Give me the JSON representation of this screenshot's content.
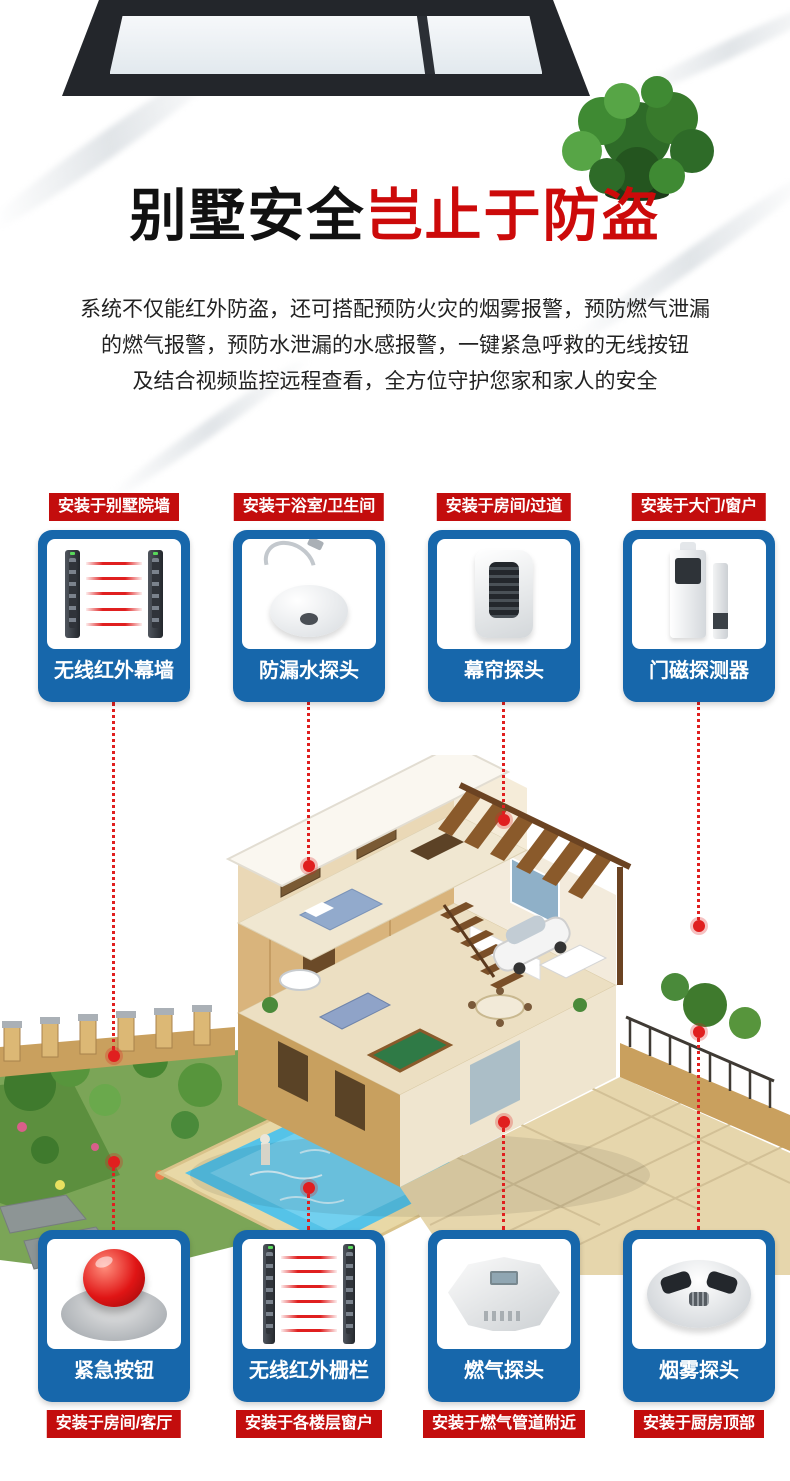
{
  "colors": {
    "card_blue": "#1767ab",
    "label_red": "#c30d0d",
    "title_red": "#cc0a0a",
    "beam_red": "#e01f1f"
  },
  "hero": {
    "title_black": "别墅安全",
    "title_red": "岂止于防盗",
    "paragraph_lines": [
      "系统不仅能红外防盗，还可搭配预防火灾的烟雾报警，预防燃气泄漏",
      "的燃气报警，预防水泄漏的水感报警，一键紧急呼救的无线按钮",
      "及结合视频监控远程查看，全方位守护您家和家人的安全"
    ]
  },
  "top_cards": [
    {
      "install_label": "安装于别墅院墙",
      "name": "无线红外幕墙",
      "icon": "infrared-curtain-icon"
    },
    {
      "install_label": "安装于浴室/卫生间",
      "name": "防漏水探头",
      "icon": "water-leak-sensor-icon"
    },
    {
      "install_label": "安装于房间/过道",
      "name": "幕帘探头",
      "icon": "curtain-detector-icon"
    },
    {
      "install_label": "安装于大门/窗户",
      "name": "门磁探测器",
      "icon": "door-magnet-icon"
    }
  ],
  "bottom_cards": [
    {
      "name": "紧急按钮",
      "install_label": "安装于房间/客厅",
      "icon": "emergency-button-icon"
    },
    {
      "name": "无线红外栅栏",
      "install_label": "安装于各楼层窗户",
      "icon": "infrared-fence-icon"
    },
    {
      "name": "燃气探头",
      "install_label": "安装于燃气管道附近",
      "icon": "gas-detector-icon"
    },
    {
      "name": "烟雾探头",
      "install_label": "安装于厨房顶部",
      "icon": "smoke-detector-icon"
    }
  ]
}
